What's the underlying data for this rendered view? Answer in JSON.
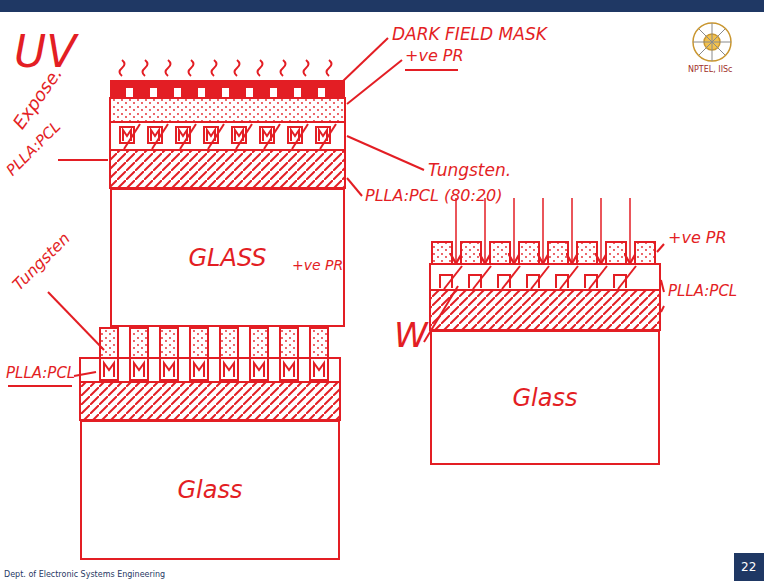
{
  "diagram": {
    "nodes": [
      {
        "text": [
          "GLASS"
        ]
      },
      {
        "text": [
          "Glass"
        ]
      },
      {
        "text": [
          "Glass"
        ]
      }
    ],
    "labels": [
      "UV",
      "Expose.",
      "DARK FIELD MASK",
      "+ve PR",
      "Tungsten.",
      "PLLA:PCL (80:20)",
      "PLLA:PCL",
      "+ve PR",
      "PLLA:PCL",
      "Tungsten",
      "+ve PR",
      "PLLA:PCL",
      "W",
      "NPTEL, IISc",
      "Dept. of Electronic Systems Engineering",
      "22"
    ]
  }
}
